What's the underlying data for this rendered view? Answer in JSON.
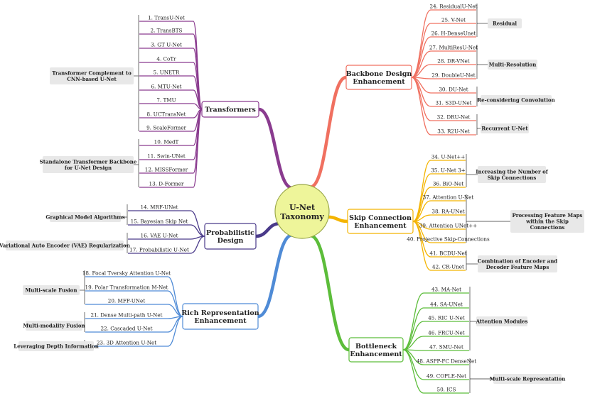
{
  "root": "U-Net Taxonomy",
  "colors": {
    "transformers": "#8a3b8f",
    "probabilistic": "#4a3a8a",
    "rich": "#4f8bd6",
    "backbone": "#f07060",
    "skip": "#f4b400",
    "bottleneck": "#5cbd3a",
    "group_fill": "#e8e8e8",
    "root_fill": "#eef59a",
    "root_stroke": "#9aa84a"
  },
  "branches": {
    "transformers": {
      "label": "Transformers",
      "leaves": [
        "1. TransU-Net",
        "2. TransBTS",
        "3. GT U-Net",
        "4. CoTr",
        "5. UNETR",
        "6. MTU-Net",
        "7. TMU",
        "8. UCTransNet",
        "9. ScaleFormer",
        "10. MedT",
        "11. Swin-UNet",
        "12. MISSFormer",
        "13. D-Former"
      ],
      "groups": [
        {
          "label": [
            "Transformer Complement to",
            "CNN-based U-Net"
          ],
          "span": [
            1,
            9
          ]
        },
        {
          "label": [
            "Standalone Transformer Backbone",
            "for U-Net Design"
          ],
          "span": [
            10,
            13
          ]
        }
      ]
    },
    "probabilistic": {
      "label": [
        "Probabilistic",
        "Design"
      ],
      "leaves": [
        "14. MRF-UNet",
        "15. Bayesian Skip Net",
        "16. VAE U-Net",
        "17. Probabilistic U-Net"
      ],
      "groups": [
        {
          "label": [
            "Graphical Model Algorithms"
          ],
          "span": [
            14,
            15
          ]
        },
        {
          "label": [
            "Variational Auto Encoder (VAE) Regularization"
          ],
          "span": [
            16,
            17
          ]
        }
      ]
    },
    "rich": {
      "label": [
        "Rich Representation",
        "Enhancement"
      ],
      "leaves": [
        "18. Focal Tversky Attention U-Net",
        "19. Polar Transformation M-Net",
        "20. MFP-UNet",
        "21. Dense Multi-path U-Net",
        "22. Cascaded U-Net",
        "23. 3D Attention U-Net"
      ],
      "groups": [
        {
          "label": [
            "Multi-scale Fusion"
          ],
          "span": [
            18,
            20
          ]
        },
        {
          "label": [
            "Multi-modality Fusion"
          ],
          "span": [
            21,
            22
          ]
        },
        {
          "label": [
            "Leveraging Depth Information"
          ],
          "span": [
            23,
            23
          ]
        }
      ]
    },
    "backbone": {
      "label": [
        "Backbone Design",
        "Enhancement"
      ],
      "leaves": [
        "24. ResidualU-Net",
        "25. V-Net",
        "26. H-DenseUnet",
        "27. MultiResU-Net",
        "28. DR-VNet",
        "29. DoubleU-Net",
        "30. DU-Net",
        "31. S3D-UNet",
        "32. DRU-Net",
        "33. R2U-Net"
      ],
      "groups": [
        {
          "label": [
            "Residual"
          ],
          "span": [
            24,
            26
          ]
        },
        {
          "label": [
            "Multi-Resolution"
          ],
          "span": [
            27,
            29
          ]
        },
        {
          "label": [
            "Re-considering Convolution"
          ],
          "span": [
            30,
            31
          ]
        },
        {
          "label": [
            "Recurrent U-Net"
          ],
          "span": [
            32,
            33
          ]
        }
      ]
    },
    "skip": {
      "label": [
        "Skip Connection",
        "Enhancement"
      ],
      "leaves": [
        "34. U-Net++",
        "35. U-Net 3+",
        "36. BiO-Net",
        "37. Attention U-Net",
        "38. RA-UNet",
        "39. Attention UNet++",
        "40. Projective Skip-Connections",
        "41. BCDU-Net",
        "42. CR-Unet"
      ],
      "groups": [
        {
          "label": [
            "Increasing the Number of",
            "Skip Connections"
          ],
          "span": [
            34,
            36
          ]
        },
        {
          "label": [
            "Processing Feature Maps",
            "within the Skip",
            "Connections"
          ],
          "span": [
            37,
            40
          ]
        },
        {
          "label": [
            "Combination of Encoder and",
            "Decoder Feature Maps"
          ],
          "span": [
            41,
            42
          ]
        }
      ]
    },
    "bottleneck": {
      "label": [
        "Bottleneck",
        "Enhancement"
      ],
      "leaves": [
        "43. MA-Net",
        "44. SA-UNet",
        "45. RIC U-Net",
        "46. FRCU-Net",
        "47. SMU-Net",
        "48. ASPP-FC DenseNet",
        "49. COPLE-Net",
        "50. ICS"
      ],
      "groups": [
        {
          "label": [
            "Attention Modules"
          ],
          "span": [
            43,
            47
          ]
        },
        {
          "label": [
            "Multi-scale Representation"
          ],
          "span": [
            48,
            50
          ]
        }
      ]
    }
  }
}
